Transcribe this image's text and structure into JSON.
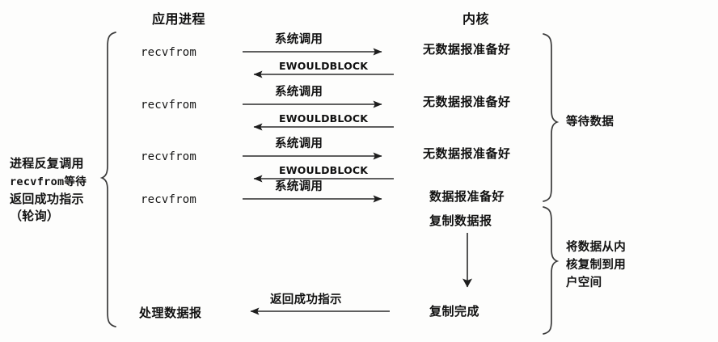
{
  "diagram": {
    "title_app": "应用进程",
    "title_kernel": "内核",
    "left_brace_label": "进程反复调用\nrecvfrom等待\n返回成功指示\n（轮询）",
    "left_brace_lines": [
      "进程反复调用",
      "recvfrom等待",
      "返回成功指示",
      "（轮询）"
    ],
    "right_brace_labels": [
      {
        "text": "等待数据",
        "lines": [
          "等待数据"
        ]
      },
      {
        "text": "将数据从内核复制到用户空间",
        "lines": [
          "将数据从内",
          "核复制到用",
          "户空间"
        ]
      }
    ],
    "process_calls": [
      "recvfrom",
      "recvfrom",
      "recvfrom",
      "recvfrom"
    ],
    "process_result": "处理数据报",
    "kernel_states": [
      "无数据报准备好",
      "无数据报准备好",
      "无数据报准备好",
      "数据报准备好"
    ],
    "kernel_copy_start": "复制数据报",
    "kernel_copy_done": "复制完成",
    "arrows": [
      {
        "label": "系统调用",
        "direction": "right"
      },
      {
        "label": "EWOULDBLOCK",
        "direction": "left"
      },
      {
        "label": "系统调用",
        "direction": "right"
      },
      {
        "label": "EWOULDBLOCK",
        "direction": "left"
      },
      {
        "label": "系统调用",
        "direction": "right"
      },
      {
        "label": "EWOULDBLOCK",
        "direction": "left"
      },
      {
        "label": "系统调用",
        "direction": "right"
      },
      {
        "label": "返回成功指示",
        "direction": "left"
      }
    ],
    "vertical_arrow": {
      "from": "复制数据报",
      "to": "复制完成",
      "direction": "down"
    },
    "colors": {
      "ink": "#121212",
      "line": "#2b2b2b",
      "brace": "#3a3a3a",
      "background": "#fdfdfc"
    }
  }
}
